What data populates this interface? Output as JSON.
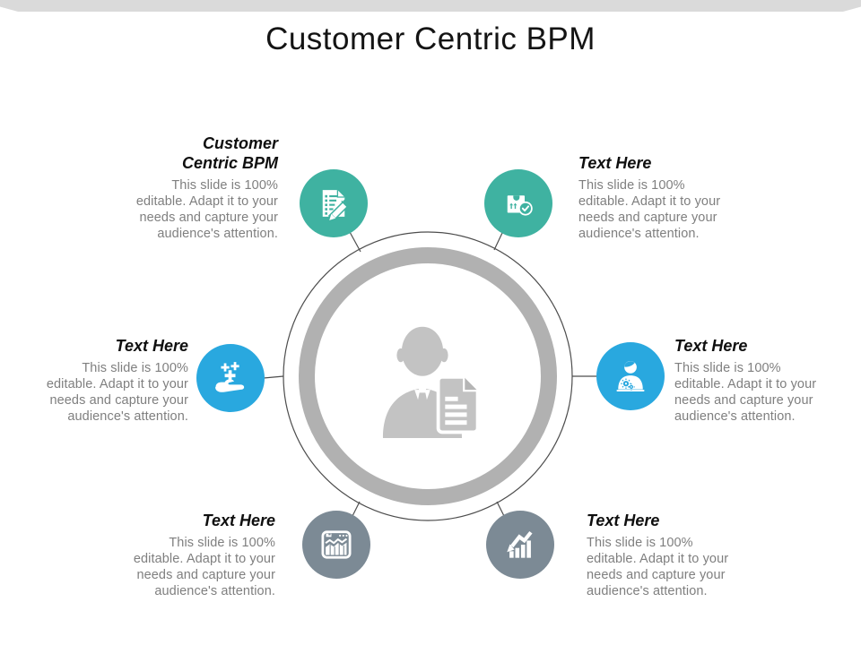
{
  "slide": {
    "title": "Customer Centric BPM"
  },
  "colors": {
    "teal": "#3FB2A1",
    "blue": "#29A8DF",
    "slate": "#7C8A95",
    "ring_gray": "#B1B1B1",
    "silhouette_gray": "#C3C3C3",
    "connector_line": "#4D4D4D",
    "body_text": "#7F7F7F",
    "heading_text": "#0F0F0F",
    "top_band": "#DADADA"
  },
  "center": {
    "icon": "businessman-document-icon"
  },
  "nodes": [
    {
      "id": "top-left",
      "heading": "Customer\nCentric BPM",
      "body": "This slide is 100%\neditable. Adapt it to your\nneeds and capture your\naudience's attention.",
      "icon": "checklist-pencil-icon",
      "color": "#3FB2A1",
      "align": "right"
    },
    {
      "id": "top-right",
      "heading": "Text Here",
      "body": "This slide is 100%\neditable. Adapt it to your\nneeds and capture your\naudience's attention.",
      "icon": "package-check-icon",
      "color": "#3FB2A1",
      "align": "left"
    },
    {
      "id": "middle-left",
      "heading": "Text Here",
      "body": "This slide is 100%\neditable. Adapt it to your\nneeds and capture your\naudience's attention.",
      "icon": "hand-sparkles-icon",
      "color": "#29A8DF",
      "align": "right"
    },
    {
      "id": "middle-right",
      "heading": "Text Here",
      "body": "This slide is 100%\neditable. Adapt it to your\nneeds and capture your\naudience's attention.",
      "icon": "person-gears-icon",
      "color": "#29A8DF",
      "align": "left"
    },
    {
      "id": "bottom-left",
      "heading": "Text Here",
      "body": "This slide is 100%\neditable. Adapt it to your\nneeds and capture your\naudience's attention.",
      "icon": "browser-analytics-icon",
      "color": "#7C8A95",
      "align": "right"
    },
    {
      "id": "bottom-right",
      "heading": "Text Here",
      "body": "This slide is 100%\neditable. Adapt it to your\nneeds and capture your\naudience's attention.",
      "icon": "growth-arrow-chart-icon",
      "color": "#7C8A95",
      "align": "left"
    }
  ]
}
